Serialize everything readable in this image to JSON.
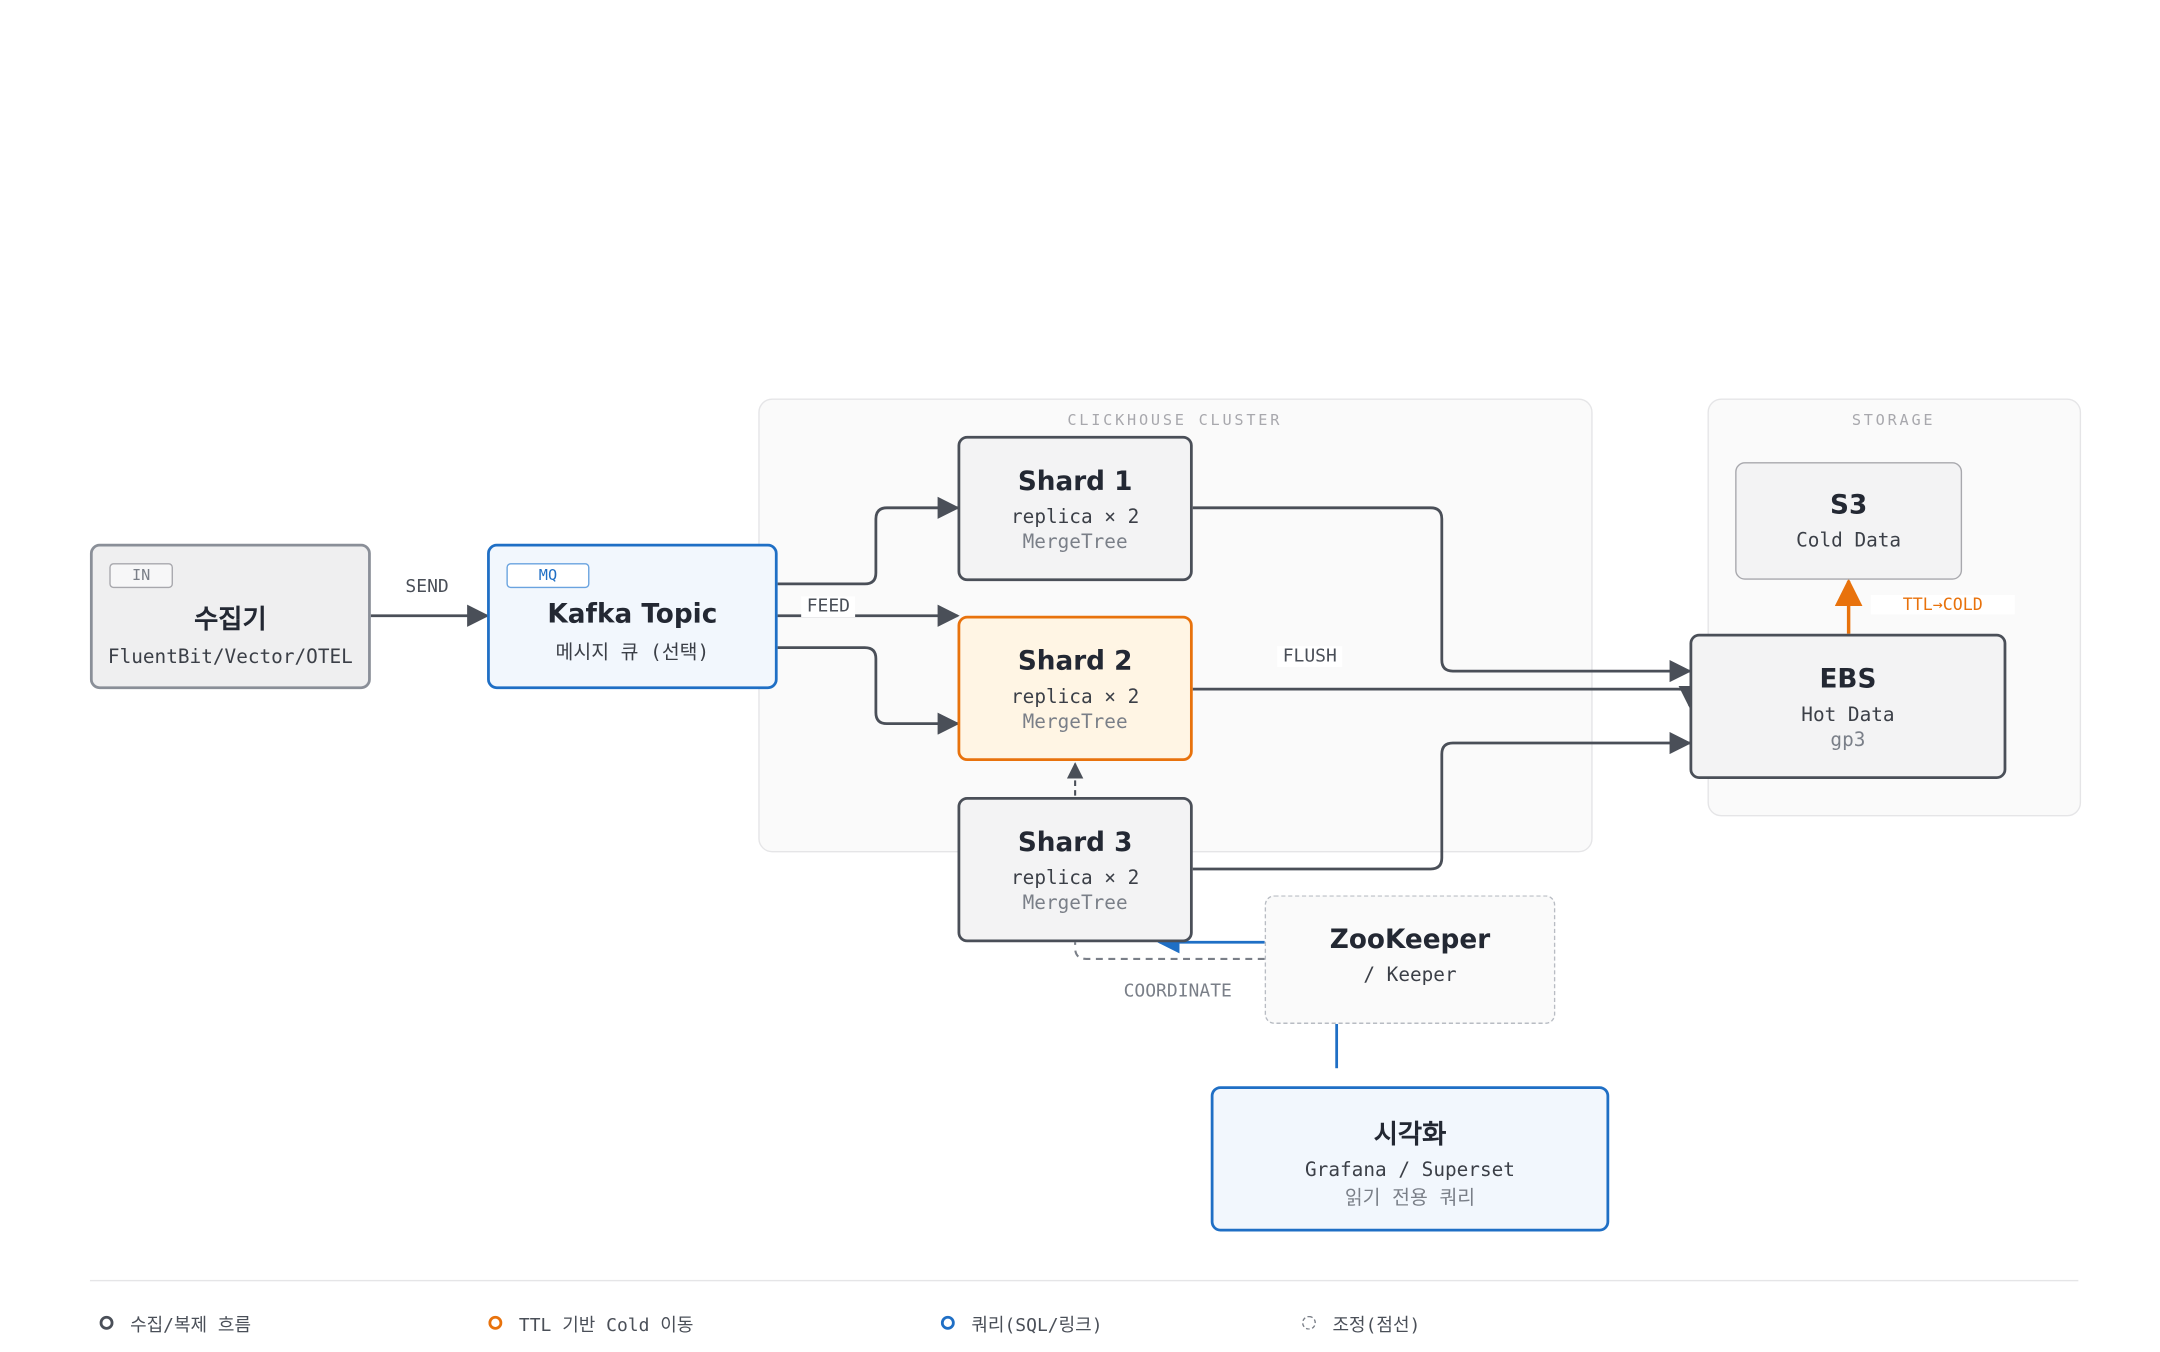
{
  "groups": {
    "clickhouse": "CLICKHOUSE CLUSTER",
    "storage": "STORAGE"
  },
  "nodes": {
    "collector": {
      "badge": "IN",
      "title": "수집기",
      "line1": "FluentBit/Vector/OTEL"
    },
    "kafka": {
      "badge": "MQ",
      "title": "Kafka Topic",
      "line1": "메시지 큐 (선택)"
    },
    "shard1": {
      "title": "Shard 1",
      "line1": "replica × 2",
      "line2": "MergeTree"
    },
    "shard2": {
      "title": "Shard 2",
      "line1": "replica × 2",
      "line2": "MergeTree"
    },
    "shard3": {
      "title": "Shard 3",
      "line1": "replica × 2",
      "line2": "MergeTree"
    },
    "s3": {
      "title": "S3",
      "line1": "Cold Data"
    },
    "ebs": {
      "title": "EBS",
      "line1": "Hot Data",
      "line2": "gp3"
    },
    "zookeeper": {
      "title": "ZooKeeper",
      "line1": "/ Keeper"
    },
    "viz": {
      "title": "시각화",
      "line1": "Grafana / Superset",
      "line2": "읽기 전용 쿼리"
    }
  },
  "edges": {
    "send": "SEND",
    "feed": "FEED",
    "flush": "FLUSH",
    "ttl": "TTL→COLD",
    "coordinate": "COORDINATE"
  },
  "legend": [
    {
      "label": "수집/복제 흐름",
      "color": "#4a4f58",
      "style": "solid"
    },
    {
      "label": "TTL 기반 Cold 이동",
      "color": "#e8720c",
      "style": "solid"
    },
    {
      "label": "쿼리(SQL/링크)",
      "color": "#1f6fc5",
      "style": "solid"
    },
    {
      "label": "조정(점선)",
      "color": "#7a7f88",
      "style": "dashed"
    }
  ],
  "colors": {
    "ingest": "#4a4f58",
    "ttl": "#e8720c",
    "query": "#1f6fc5",
    "highlight_fill": "#fff5e4",
    "query_fill": "#f2f7fd"
  }
}
